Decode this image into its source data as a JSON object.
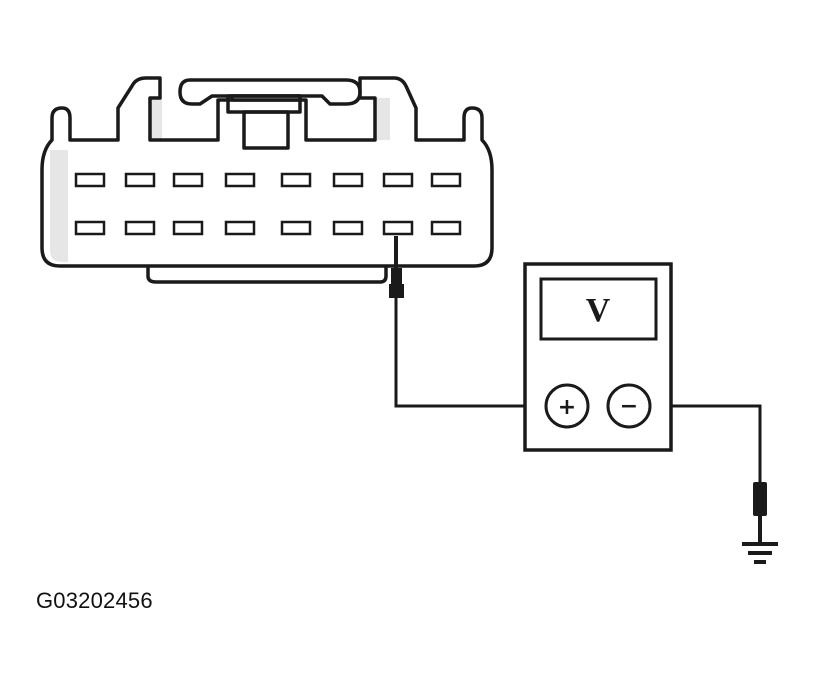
{
  "figure_id": "G03202456",
  "meter": {
    "display_label": "V",
    "positive_terminal": "+",
    "negative_terminal": "−"
  },
  "connector": {
    "rows": 2,
    "pins_per_row": 8,
    "probed_pin": {
      "row": 2,
      "index": 7
    }
  },
  "colors": {
    "line": "#1a1a1a",
    "shade": "#d9d9d9",
    "background": "#ffffff"
  },
  "icons": {
    "ground": "ground-symbol-icon",
    "probe": "probe-tip-icon"
  }
}
